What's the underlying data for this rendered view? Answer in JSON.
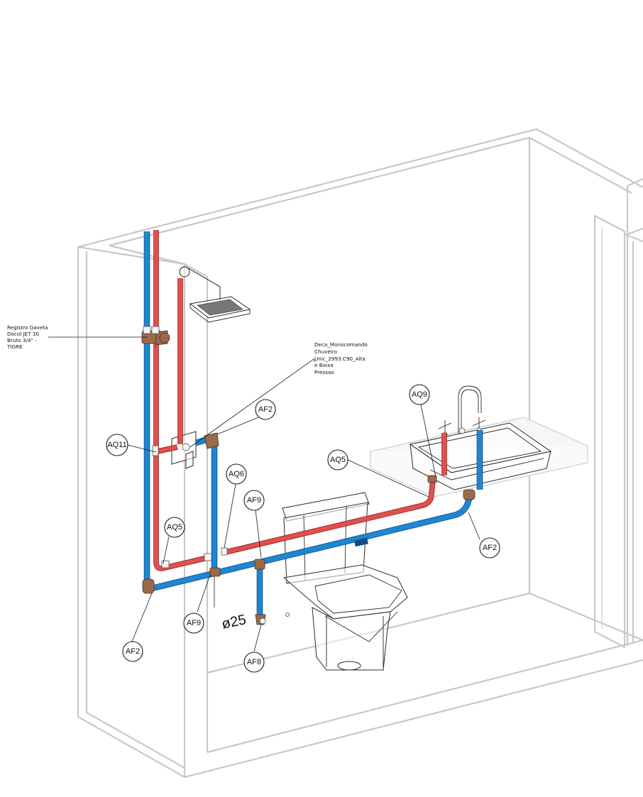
{
  "annotations": {
    "registro": [
      "Registro Gaveta",
      "Docol JET 30",
      "Bruto 3/4\" -",
      "TIGRE"
    ],
    "monocomando": [
      "Deca_Monocomando",
      "Chuveiro",
      "Unic_2993.C90_Alta",
      "e Baixa",
      "Pressao"
    ],
    "diameter": "ø25"
  },
  "tags": {
    "af2_top": "AF2",
    "aq9": "AQ9",
    "aq11": "AQ11",
    "aq5_right": "AQ5",
    "aq6": "AQ6",
    "af9_top": "AF9",
    "aq5_left": "AQ5",
    "af2_right": "AF2",
    "af9_bottom": "AF9",
    "af2_bottom": "AF2",
    "af8": "AF8"
  },
  "colors": {
    "cold_water": "#1f86d1",
    "hot_water": "#e0504c",
    "fitting": "#9b6a4a",
    "wall": "#c8c8c8"
  }
}
